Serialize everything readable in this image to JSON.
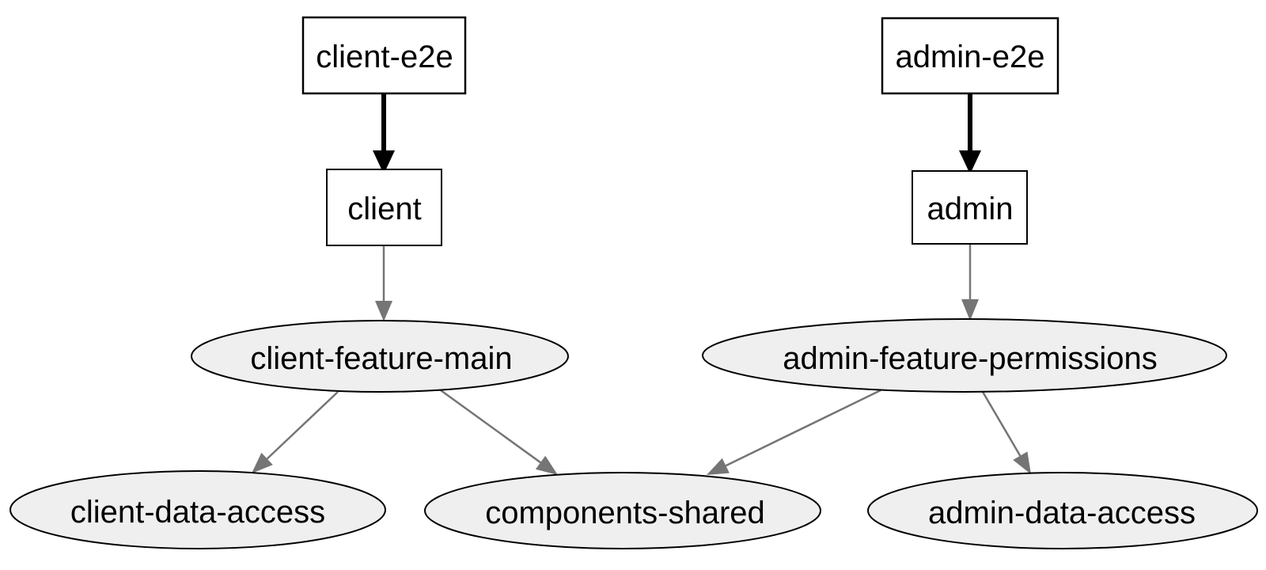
{
  "diagram": {
    "type": "dependency-graph",
    "nodes": [
      {
        "id": "client-e2e",
        "label": "client-e2e",
        "shape": "box",
        "category": "e2e-app"
      },
      {
        "id": "client",
        "label": "client",
        "shape": "box",
        "category": "app"
      },
      {
        "id": "admin-e2e",
        "label": "admin-e2e",
        "shape": "box",
        "category": "e2e-app"
      },
      {
        "id": "admin",
        "label": "admin",
        "shape": "box",
        "category": "app"
      },
      {
        "id": "client-feature-main",
        "label": "client-feature-main",
        "shape": "ellipse",
        "category": "lib"
      },
      {
        "id": "admin-feature-permissions",
        "label": "admin-feature-permissions",
        "shape": "ellipse",
        "category": "lib"
      },
      {
        "id": "client-data-access",
        "label": "client-data-access",
        "shape": "ellipse",
        "category": "lib"
      },
      {
        "id": "components-shared",
        "label": "components-shared",
        "shape": "ellipse",
        "category": "lib"
      },
      {
        "id": "admin-data-access",
        "label": "admin-data-access",
        "shape": "ellipse",
        "category": "lib"
      }
    ],
    "edges": [
      {
        "from": "client-e2e",
        "to": "client",
        "style": "bold"
      },
      {
        "from": "admin-e2e",
        "to": "admin",
        "style": "bold"
      },
      {
        "from": "client",
        "to": "client-feature-main",
        "style": "normal"
      },
      {
        "from": "admin",
        "to": "admin-feature-permissions",
        "style": "normal"
      },
      {
        "from": "client-feature-main",
        "to": "client-data-access",
        "style": "normal"
      },
      {
        "from": "client-feature-main",
        "to": "components-shared",
        "style": "normal"
      },
      {
        "from": "admin-feature-permissions",
        "to": "components-shared",
        "style": "normal"
      },
      {
        "from": "admin-feature-permissions",
        "to": "admin-data-access",
        "style": "normal"
      }
    ]
  },
  "colors": {
    "background": "#ffffff",
    "box_node_fill": "#ffffff",
    "ellipse_node_fill": "#efefef",
    "node_border": "#000000",
    "bold_edge": "#000000",
    "normal_edge": "#757575",
    "label_text": "#000000"
  }
}
